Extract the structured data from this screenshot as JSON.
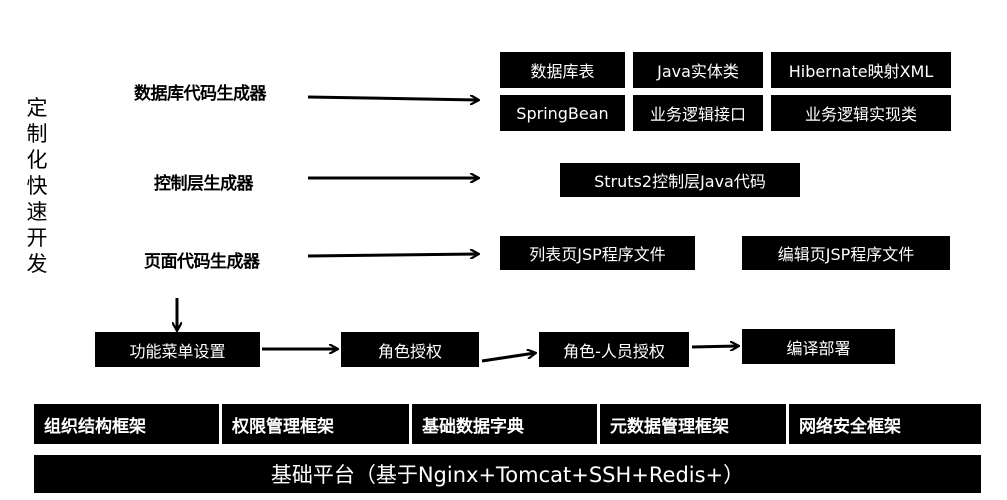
{
  "title": "定制化快速开发",
  "generators": {
    "db": "数据库代码生成器",
    "control": "控制层生成器",
    "page": "页面代码生成器"
  },
  "db_outputs": [
    "数据库表",
    "Java实体类",
    "Hibernate映射XML",
    "SpringBean",
    "业务逻辑接口",
    "业务逻辑实现类"
  ],
  "control_output": "Struts2控制层Java代码",
  "page_outputs": [
    "列表页JSP程序文件",
    "编辑页JSP程序文件"
  ],
  "flow": [
    "功能菜单设置",
    "角色授权",
    "角色-人员授权",
    "编译部署"
  ],
  "frameworks": [
    "组织结构框架",
    "权限管理框架",
    "基础数据字典",
    "元数据管理框架",
    "网络安全框架"
  ],
  "base_platform": "基础平台（基于Nginx+Tomcat+SSH+Redis+）"
}
